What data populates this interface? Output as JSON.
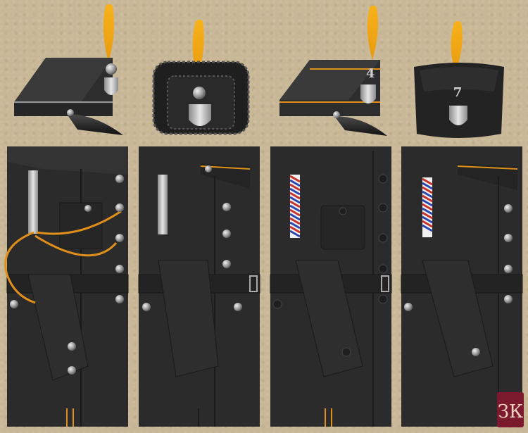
{
  "caps": [
    {
      "id": "cap-1",
      "style": "peaked-cap",
      "number": ""
    },
    {
      "id": "cap-2",
      "style": "fur-cap",
      "number": ""
    },
    {
      "id": "cap-3",
      "style": "peaked-cap-piped",
      "number": "4"
    },
    {
      "id": "cap-4",
      "style": "round-cap",
      "number": "7"
    }
  ],
  "tunics": [
    {
      "id": "tunic-1",
      "shoulder": "silver-strap",
      "aiguillette": "orange-cord"
    },
    {
      "id": "tunic-2",
      "shoulder": "silver-strap",
      "collar": "orange-piping"
    },
    {
      "id": "tunic-3",
      "shoulder": "tricolor-cord",
      "pocket": "breast-pocket"
    },
    {
      "id": "tunic-4",
      "shoulder": "tricolor-cord",
      "collar": "orange-piping"
    }
  ],
  "colors": {
    "background": "#c9b897",
    "uniform": "#2b2b2b",
    "uniform_dark": "#1e1e1e",
    "plume": "#f4a818",
    "piping": "#e0901a",
    "silver": "#b8b8b8",
    "cord_red": "#c8302a",
    "cord_blue": "#2a45b0",
    "cord_white": "#f0f0f0"
  },
  "logo": {
    "glyph": "ЗК",
    "color": "#7a1a2c"
  }
}
